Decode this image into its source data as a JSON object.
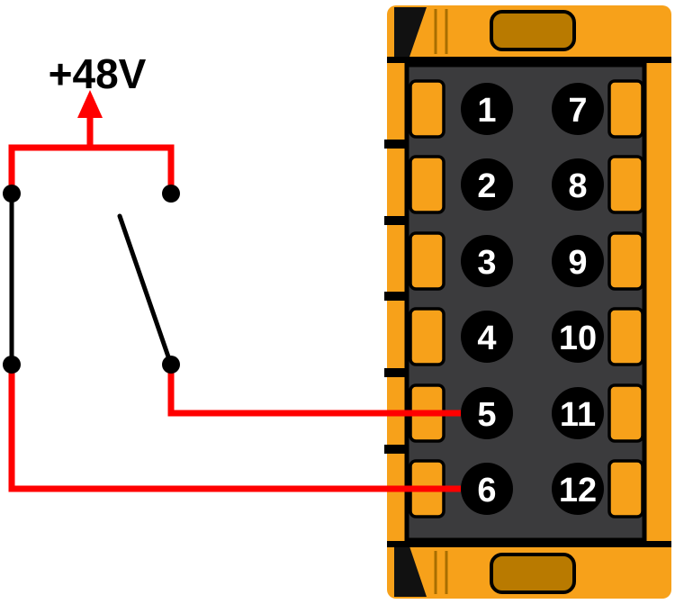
{
  "diagram": {
    "supply_label": "+48V",
    "connector": {
      "pins": {
        "left": [
          "1",
          "2",
          "3",
          "4",
          "5",
          "6"
        ],
        "right": [
          "7",
          "8",
          "9",
          "10",
          "11",
          "12"
        ]
      }
    },
    "connections": [
      {
        "wire": "red",
        "from": "switch-output",
        "to_pin": "5"
      },
      {
        "wire": "red",
        "from": "supply-rail",
        "to_pin": "6"
      }
    ],
    "colors": {
      "wire": "#FF0000",
      "switch": "#000000",
      "connector_body": "#F7A11A",
      "connector_slot": "#B97A00",
      "panel": "#3B3B3D",
      "pin_fill": "#000000",
      "pin_text": "#FFFFFF"
    }
  }
}
